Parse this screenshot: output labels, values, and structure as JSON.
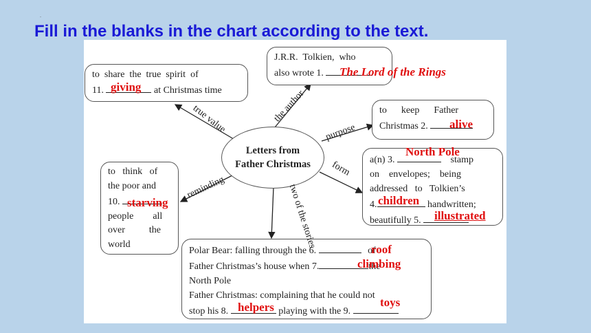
{
  "title": "Fill in the blanks in the chart according to the text.",
  "dot": ".",
  "center": {
    "line1": "Letters from",
    "line2": "Father Christmas"
  },
  "labels": {
    "author": "the author",
    "purpose": "purpose",
    "form": "form",
    "two_stories": "two of the stories",
    "reminding": "reminding",
    "true_value": "true value"
  },
  "boxes": {
    "author": {
      "line1": "J.R.R.  Tolkien,  who",
      "line2_pre": "also wrote 1."
    },
    "true_value": {
      "line1": "to  share  the  true  spirit  of",
      "line2_pre": "11.",
      "line2_post": "at Christmas time"
    },
    "purpose": {
      "line1": "to      keep      Father",
      "line2_pre": "Christmas 2."
    },
    "form": {
      "line1_pre": "a(n)  3.",
      "line1_post": "stamp",
      "line2": "on    envelopes;    being",
      "line3": "addressed   to   Tolkien’s",
      "line4_pre": "4.",
      "line4_post": "handwritten;",
      "line5_pre": "beautifully 5."
    },
    "reminding": {
      "line1": "to   think   of",
      "line2": "the poor and",
      "line3_pre": "10.",
      "line4": "people        all",
      "line5": "over          the",
      "line6": "world"
    },
    "stories": {
      "line1_pre": "Polar Bear: falling through the 6.",
      "line1_post": "of",
      "line2_pre": "Father Christmas’s house when 7.",
      "line2_post": "the",
      "line3": "North Pole",
      "line4": "Father Christmas: complaining that he could not",
      "line5_pre": "stop his 8.",
      "line5_post": "playing with the 9."
    }
  },
  "answers": {
    "a1": "The Lord of the Rings",
    "a2": "alive",
    "a3": "North Pole",
    "a4": "children",
    "a5": "illustrated",
    "a6": "roof",
    "a7": "climbing",
    "a8": "helpers",
    "a9": "toys",
    "a10": "starving",
    "a11": "giving"
  },
  "colors": {
    "title": "#1a1ad6",
    "answer": "#e01010",
    "background": "#b9d3ea"
  }
}
